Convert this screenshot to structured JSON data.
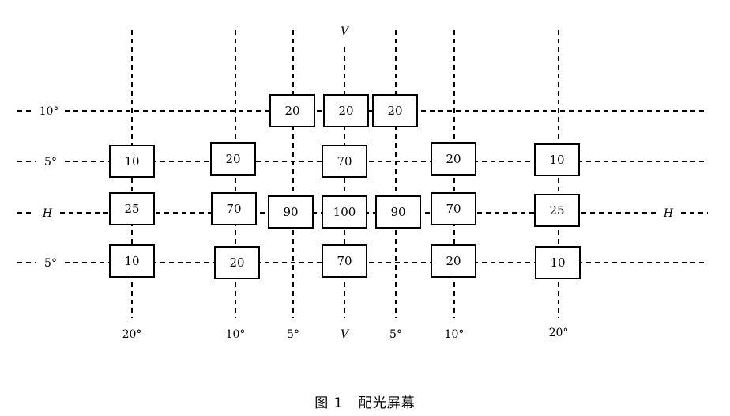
{
  "figure": {
    "caption": "图 1   配光屏幕"
  },
  "axis_labels": {
    "vertical_top": "V",
    "vertical_bottom": "V",
    "horizontal_left": "H",
    "horizontal_right": "H"
  },
  "row_labels": [
    "10°",
    "5°",
    "H",
    "5°"
  ],
  "column_labels": [
    "20°",
    "10°",
    "5°",
    "V",
    "5°",
    "10°",
    "20°"
  ],
  "cells": [
    {
      "row": "10°",
      "column": "5° left",
      "value": "20"
    },
    {
      "row": "10°",
      "column": "V",
      "value": "20"
    },
    {
      "row": "10°",
      "column": "5° right",
      "value": "20"
    },
    {
      "row": "5° up",
      "column": "20° left",
      "value": "10"
    },
    {
      "row": "5° up",
      "column": "10° left",
      "value": "20"
    },
    {
      "row": "5° up",
      "column": "V",
      "value": "70"
    },
    {
      "row": "5° up",
      "column": "10° right",
      "value": "20"
    },
    {
      "row": "5° up",
      "column": "20° right",
      "value": "10"
    },
    {
      "row": "H",
      "column": "20° left",
      "value": "25"
    },
    {
      "row": "H",
      "column": "10° left",
      "value": "70"
    },
    {
      "row": "H",
      "column": "5° left",
      "value": "90"
    },
    {
      "row": "H",
      "column": "V",
      "value": "100"
    },
    {
      "row": "H",
      "column": "5° right",
      "value": "90"
    },
    {
      "row": "H",
      "column": "10° right",
      "value": "70"
    },
    {
      "row": "H",
      "column": "20° right",
      "value": "25"
    },
    {
      "row": "5° down",
      "column": "20° left",
      "value": "10"
    },
    {
      "row": "5° down",
      "column": "10° left",
      "value": "20"
    },
    {
      "row": "5° down",
      "column": "V",
      "value": "70"
    },
    {
      "row": "5° down",
      "column": "10° right",
      "value": "20"
    },
    {
      "row": "5° down",
      "column": "20° right",
      "value": "10"
    }
  ]
}
